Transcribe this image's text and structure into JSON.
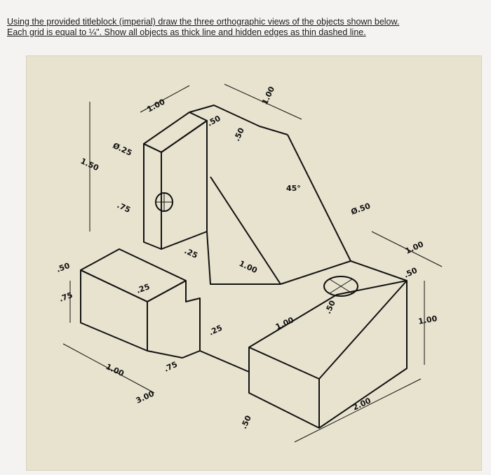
{
  "instructions": {
    "line1": "Using the provided titleblock (imperial) draw the three orthographic views of the objects shown below.",
    "line2": "Each grid is equal to ¼\". Show all objects as thick line and hidden edges as thin dashed line."
  },
  "dimensions": {
    "top_width": "1.00",
    "top_right": "1.00",
    "slot_width": ".50",
    "slot_depth": ".50",
    "hole_small": "Ø.25",
    "left_height": "1.50",
    "hole_offset": ".75",
    "angle": "45°",
    "hole_large": "Ø.50",
    "right_depth": "1.00",
    "right_half": ".50",
    "right_height": "1.00",
    "step_a": ".25",
    "web_width": "1.00",
    "left_step": ".50",
    "left_low": ".75",
    "left_small": ".25",
    "left_base": "1.00",
    "bottom_mid": ".75",
    "overall_depth": "3.00",
    "center_gap": ".25",
    "front_width": "1.00",
    "front_half": ".50",
    "front_bottom": ".50",
    "overall_length": "2.00"
  }
}
